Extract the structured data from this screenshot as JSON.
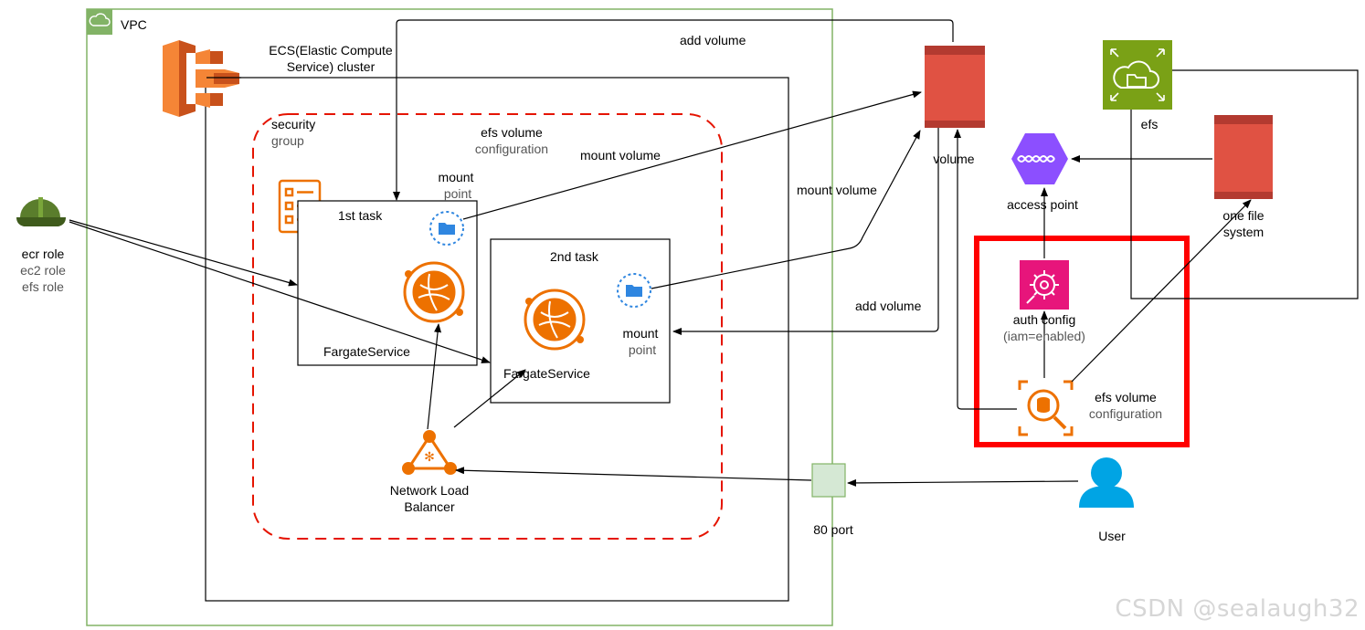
{
  "vpc": {
    "label": "VPC"
  },
  "ecs": {
    "line1": "ECS(Elastic Compute",
    "line2": "Service) cluster"
  },
  "security_group": {
    "line1": "security",
    "line2": "group"
  },
  "efs_volume_config_inner": {
    "line1": "efs volume",
    "line2": "configuration"
  },
  "first_task": {
    "title": "1st task",
    "mount_line1": "mount",
    "mount_line2": "point",
    "service": "FargateService"
  },
  "second_task": {
    "title": "2nd task",
    "mount_line1": "mount",
    "mount_line2": "point",
    "service": "FargateService"
  },
  "roles": {
    "line1": "ecr role",
    "line2": "ec2 role",
    "line3": "efs role"
  },
  "nlb": {
    "line1": "Network Load",
    "line2": "Balancer"
  },
  "edges": {
    "add_volume_top": "add volume",
    "mount_volume_1": "mount volume",
    "mount_volume_2": "mount volume",
    "add_volume_bottom": "add volume"
  },
  "volume": {
    "label": "volume"
  },
  "efs": {
    "label": "efs"
  },
  "one_file_system": {
    "line1": "one file",
    "line2": "system"
  },
  "access_point": {
    "label": "access point"
  },
  "auth_config": {
    "line1": "auth config",
    "line2": "(iam=enabled)"
  },
  "efs_volume_config_outer": {
    "line1": "efs volume",
    "line2": "configuration"
  },
  "port": {
    "label": "80 port"
  },
  "user": {
    "label": "User"
  },
  "watermark": "CSDN @sealaugh32",
  "colors": {
    "vpc_border": "#82b366",
    "security_group_border": "#e51400",
    "highlight_border": "#ff0000",
    "aws_orange": "#ed7100",
    "volume_red": "#e05243",
    "efs_green": "#7aa116",
    "auth_pink": "#e7157b",
    "access_point_purple": "#8c4fff",
    "user_blue": "#00a4e4",
    "mount_blue": "#2f86e0"
  }
}
